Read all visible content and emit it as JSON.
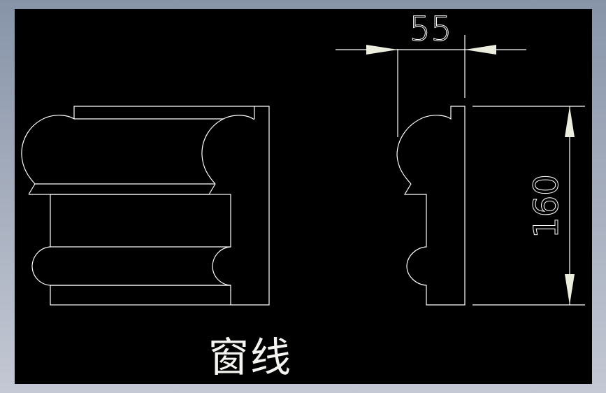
{
  "drawing": {
    "title": "窗线",
    "background_color": "#000000",
    "line_color": "#ffffff",
    "arrow_color": "#ececdf",
    "frame_color_top": "#8794a8",
    "frame_color_bottom": "#c4c8d4"
  },
  "dimensions": {
    "width_label": "55",
    "height_label": "160"
  },
  "views": [
    {
      "name": "elevation-view",
      "description": "Window trim molding front elevation"
    },
    {
      "name": "section-profile",
      "description": "Window trim molding cross-section profile"
    }
  ]
}
